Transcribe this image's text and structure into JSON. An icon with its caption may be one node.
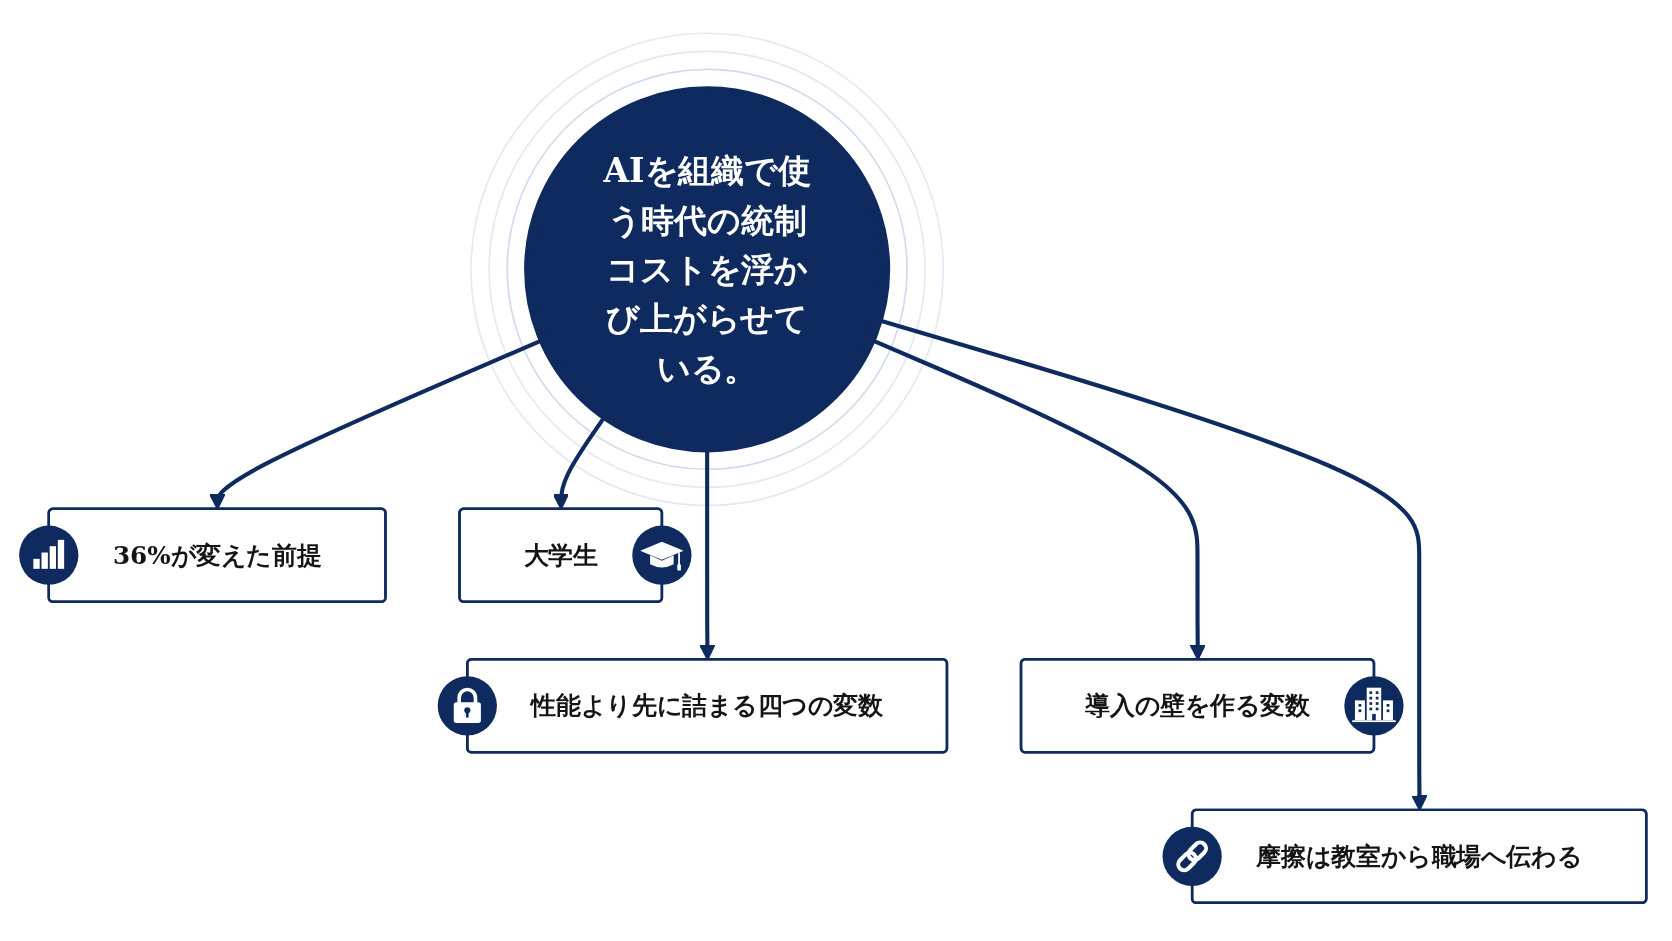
{
  "diagram": {
    "nodes": [
      {
        "text": [
          "AIを組織で使う時代の統制コストを浮かび上がらせている。"
        ]
      },
      {
        "text": [
          "36%が変えた前提"
        ]
      },
      {
        "text": [
          "大学生"
        ]
      },
      {
        "text": [
          "性能より先に詰まる四つの変数"
        ]
      },
      {
        "text": [
          "導入の壁を作る変数"
        ]
      },
      {
        "text": [
          "摩擦は教室から職場へ伝わる"
        ]
      }
    ],
    "edges": [
      {
        "from": 0,
        "to": 1,
        "arrow": "to"
      },
      {
        "from": 0,
        "to": 2,
        "arrow": "to"
      },
      {
        "from": 0,
        "to": 3,
        "arrow": "to"
      },
      {
        "from": 0,
        "to": 4,
        "arrow": "to"
      },
      {
        "from": 0,
        "to": 5,
        "arrow": "to"
      }
    ]
  }
}
